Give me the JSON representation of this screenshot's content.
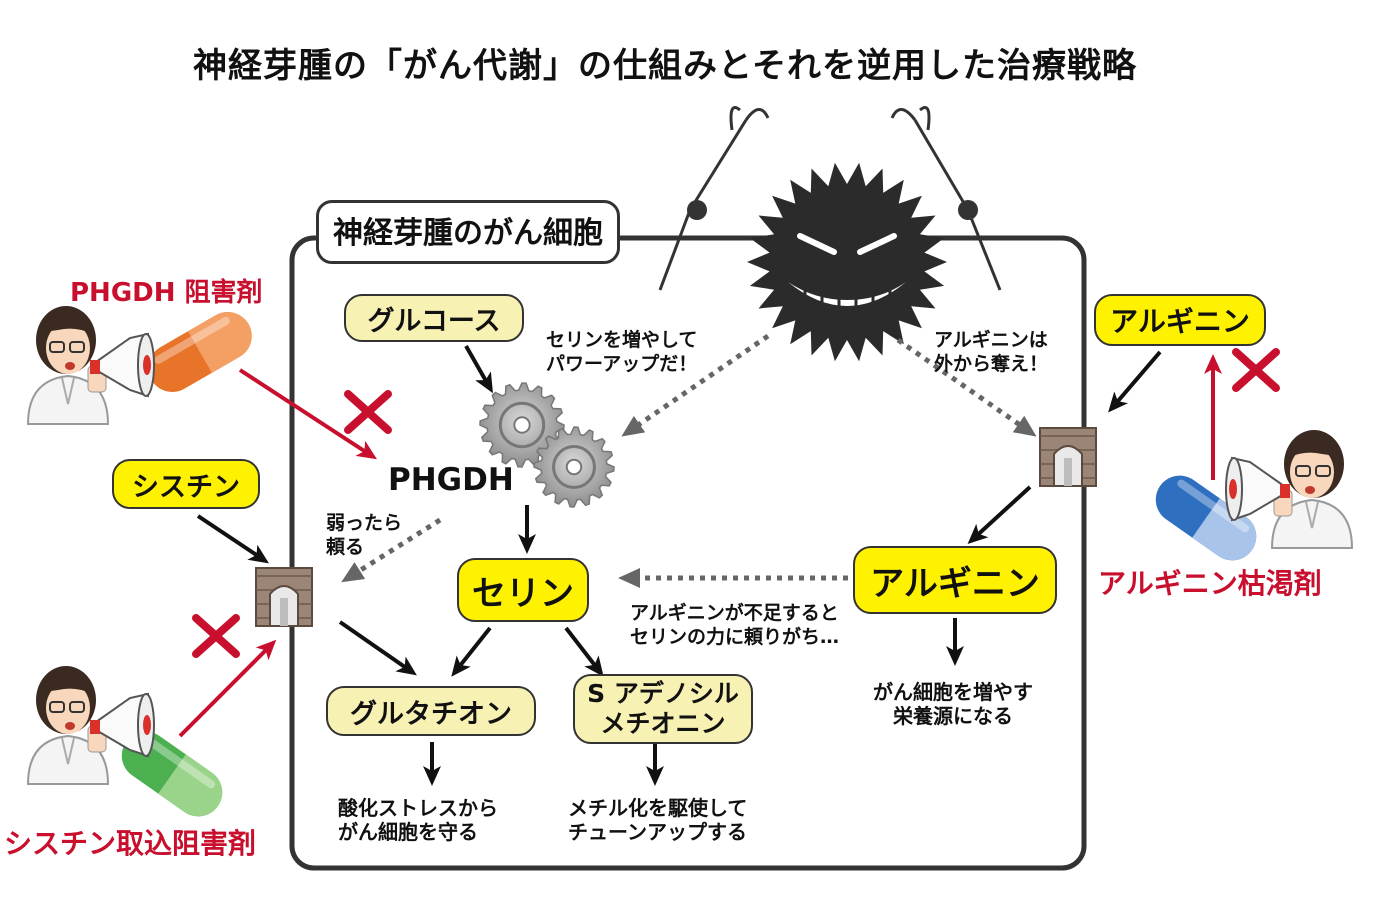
{
  "title": "神経芽腫の「がん代謝」の仕組みとそれを逆用した治療戦略",
  "cell_label": "神経芽腫のがん細胞",
  "nodes": {
    "glucose": "グルコース",
    "phgdh": "PHGDH",
    "serine": "セリン",
    "glutathione": "グルタチオン",
    "sam_line1": "S アデノシル",
    "sam_line2": "メチオニン",
    "arginine_inside": "アルギニン",
    "arginine_outside": "アルギニン",
    "cystine": "シスチン"
  },
  "notes": {
    "serine_boost_1": "セリンを増やして",
    "serine_boost_2": "パワーアップだ！",
    "arginine_take_1": "アルギニンは",
    "arginine_take_2": "外から奪え！",
    "weak_rely_1": "弱ったら",
    "weak_rely_2": "頼る",
    "arg_shortage_1": "アルギニンが不足すると",
    "arg_shortage_2": "セリンの力に頼りがち…",
    "nutrient_1": "がん細胞を増やす",
    "nutrient_2": "栄養源になる",
    "oxidative_1": "酸化ストレスから",
    "oxidative_2": "がん細胞を守る",
    "methyl_1": "メチル化を駆使して",
    "methyl_2": "チューンアップする"
  },
  "drugs": {
    "phgdh_inhibitor": "PHGDH 阻害剤",
    "cystine_uptake_inhibitor": "シスチン取込阻害剤",
    "arginine_depleter": "アルギニン枯渇剤"
  },
  "colors": {
    "pale_yellow": "#f7f1b3",
    "bright_yellow": "#fff200",
    "inhibit_red": "#c8102e",
    "orange_pill": "#e8742a",
    "blue_pill": "#2f6fc0",
    "green_pill": "#4caf50"
  }
}
